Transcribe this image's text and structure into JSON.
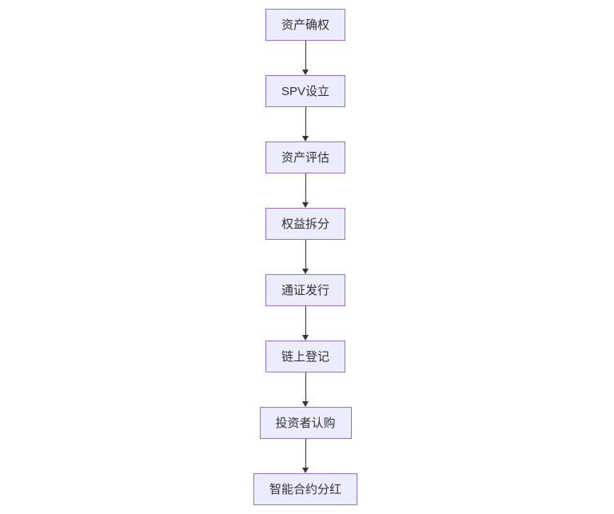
{
  "diagram": {
    "type": "flowchart",
    "direction": "top-down",
    "nodes": [
      "资产确权",
      "SPV设立",
      "资产评估",
      "权益拆分",
      "通证发行",
      "链上登记",
      "投资者认购",
      "智能合约分红"
    ],
    "edges": [
      {
        "from": "资产确权",
        "to": "SPV设立"
      },
      {
        "from": "SPV设立",
        "to": "资产评估"
      },
      {
        "from": "资产评估",
        "to": "权益拆分"
      },
      {
        "from": "权益拆分",
        "to": "通证发行"
      },
      {
        "from": "通证发行",
        "to": "链上登记"
      },
      {
        "from": "链上登记",
        "to": "投资者认购"
      },
      {
        "from": "投资者认购",
        "to": "智能合约分红"
      }
    ],
    "colors": {
      "node_fill": "#ECECFF",
      "node_border": "#9370DB",
      "text": "#333333",
      "arrow": "#333333",
      "background": "#FFFFFF"
    }
  }
}
